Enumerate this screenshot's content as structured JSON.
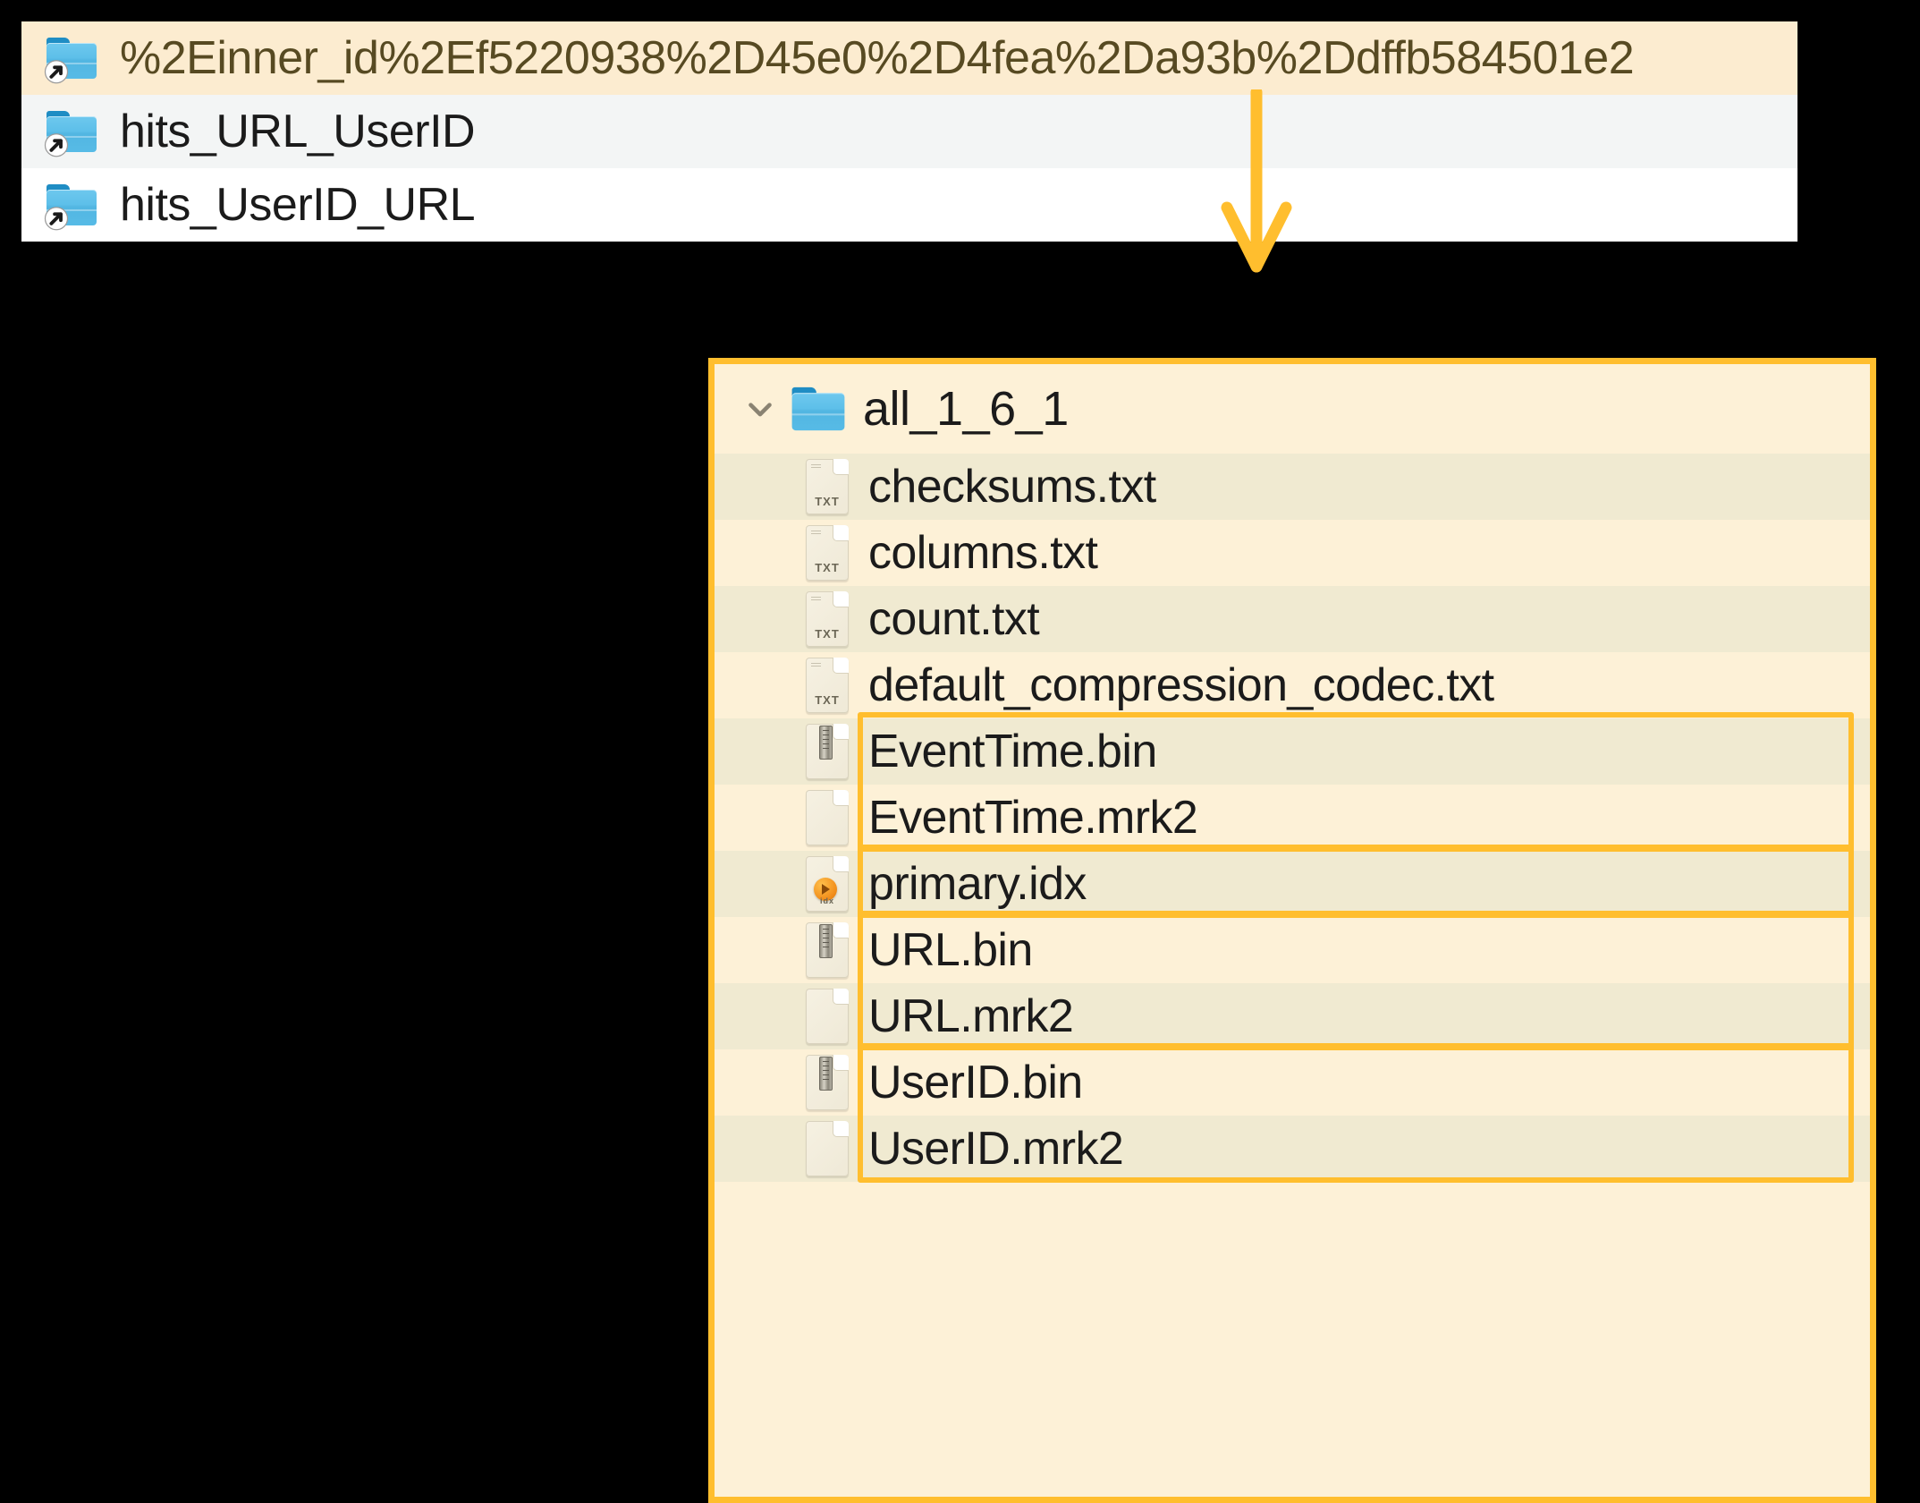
{
  "top_panel": {
    "name": "symlink-folder-list",
    "rows": [
      {
        "label": "%2Einner_id%2Ef5220938%2D45e0%2D4fea%2Da93b%2Ddffb584501e2",
        "icon": "symlink-folder-icon",
        "state": "highlighted"
      },
      {
        "label": "hits_URL_UserID",
        "icon": "symlink-folder-icon",
        "state": "alt"
      },
      {
        "label": "hits_UserID_URL",
        "icon": "symlink-folder-icon",
        "state": "plain"
      }
    ]
  },
  "connector": {
    "name": "down-arrow-annotation",
    "color": "#ffbe2e",
    "direction": "down"
  },
  "tree_panel": {
    "name": "part-directory-listing",
    "border_color": "#ffbe2e",
    "background": "#fdf1d7",
    "header": {
      "chevron": "chevron-down-icon",
      "folder_icon": "folder-icon",
      "label": "all_1_6_1"
    },
    "files": [
      {
        "name": "checksums.txt",
        "icon": "txt-file-icon",
        "stripe": true,
        "highlight": false
      },
      {
        "name": "columns.txt",
        "icon": "txt-file-icon",
        "stripe": false,
        "highlight": false
      },
      {
        "name": "count.txt",
        "icon": "txt-file-icon",
        "stripe": true,
        "highlight": false
      },
      {
        "name": "default_compression_codec.txt",
        "icon": "txt-file-icon",
        "stripe": false,
        "highlight": false
      },
      {
        "name": "EventTime.bin",
        "icon": "binary-file-icon",
        "stripe": true,
        "highlight": true,
        "group": "eventtime",
        "group_pos": "start"
      },
      {
        "name": "EventTime.mrk2",
        "icon": "blank-file-icon",
        "stripe": false,
        "highlight": true,
        "group": "eventtime",
        "group_pos": "end"
      },
      {
        "name": "primary.idx",
        "icon": "idx-file-icon",
        "stripe": true,
        "highlight": true,
        "group": "primary",
        "group_pos": "single"
      },
      {
        "name": "URL.bin",
        "icon": "binary-file-icon",
        "stripe": false,
        "highlight": true,
        "group": "url",
        "group_pos": "start"
      },
      {
        "name": "URL.mrk2",
        "icon": "blank-file-icon",
        "stripe": true,
        "highlight": true,
        "group": "url",
        "group_pos": "end"
      },
      {
        "name": "UserID.bin",
        "icon": "binary-file-icon",
        "stripe": false,
        "highlight": true,
        "group": "userid",
        "group_pos": "start"
      },
      {
        "name": "UserID.mrk2",
        "icon": "blank-file-icon",
        "stripe": true,
        "highlight": true,
        "group": "userid",
        "group_pos": "end"
      }
    ],
    "highlight_groups": [
      {
        "id": "eventtime",
        "first_index": 4,
        "last_index": 5
      },
      {
        "id": "primary",
        "first_index": 6,
        "last_index": 6
      },
      {
        "id": "url",
        "first_index": 7,
        "last_index": 8
      },
      {
        "id": "userid",
        "first_index": 9,
        "last_index": 10
      }
    ]
  }
}
